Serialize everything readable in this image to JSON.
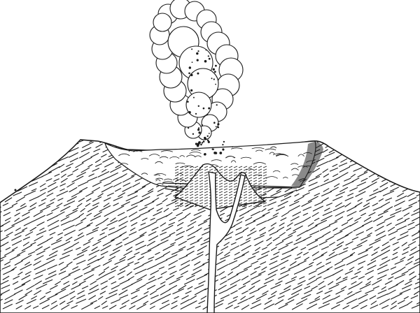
{
  "figure": {
    "parts": [
      {
        "id": "cone",
        "icon": "volcano-cone"
      },
      {
        "id": "crater",
        "icon": "crater"
      },
      {
        "id": "lava-pool",
        "icon": "lava-pool"
      },
      {
        "id": "inner-cone",
        "icon": "cinder-cone"
      },
      {
        "id": "conduit",
        "icon": "magma-conduit"
      },
      {
        "id": "plume",
        "icon": "eruption-cloud"
      },
      {
        "id": "ejecta",
        "icon": "ejecta-particles"
      }
    ],
    "colors": {
      "ink": "#1a1a1a",
      "paper": "#ffffff",
      "shade": "#3a3a3a"
    }
  }
}
